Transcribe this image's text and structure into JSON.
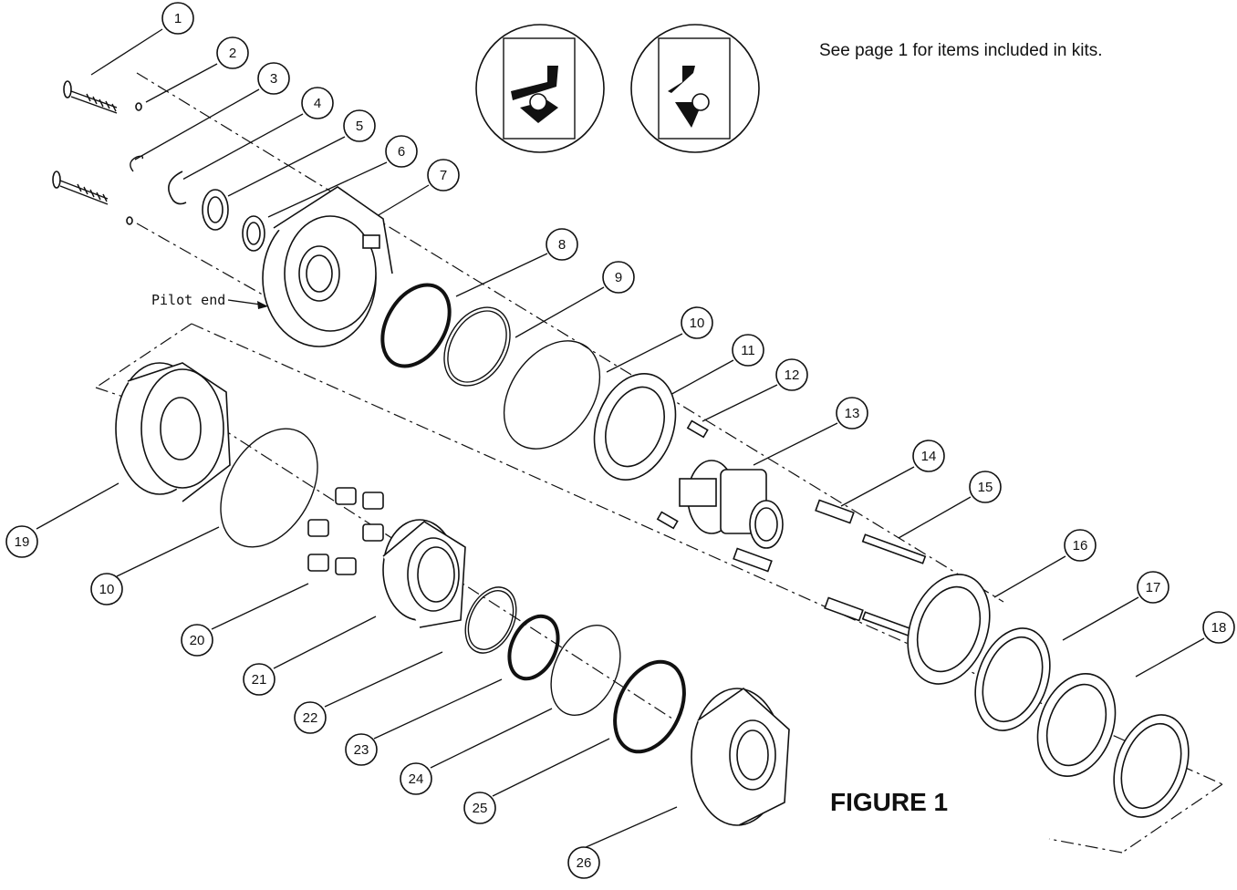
{
  "note": "See page 1 for items included in kits.",
  "figure_title": "FIGURE 1",
  "pilot_label": "Pilot end",
  "callouts": [
    "1",
    "2",
    "3",
    "4",
    "5",
    "6",
    "7",
    "8",
    "9",
    "10",
    "11",
    "12",
    "13",
    "14",
    "15",
    "16",
    "17",
    "18",
    "19",
    "10",
    "20",
    "21",
    "22",
    "23",
    "24",
    "25",
    "26"
  ]
}
